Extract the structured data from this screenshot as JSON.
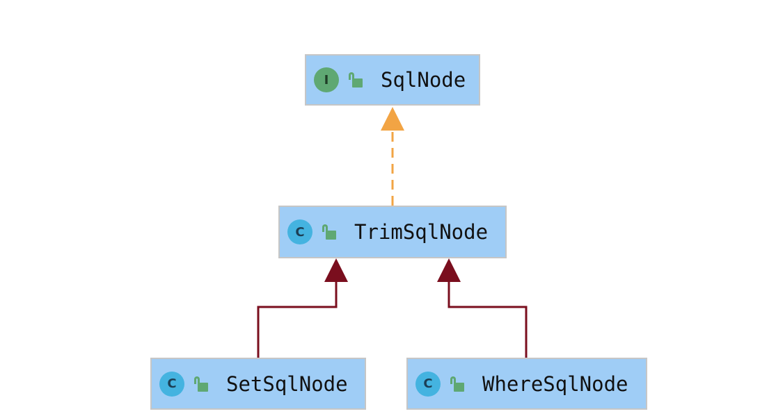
{
  "nodes": {
    "sql_node": {
      "label": "SqlNode",
      "kind": "I"
    },
    "trim_sql_node": {
      "label": "TrimSqlNode",
      "kind": "C"
    },
    "set_sql_node": {
      "label": "SetSqlNode",
      "kind": "C"
    },
    "where_sql_node": {
      "label": "WhereSqlNode",
      "kind": "C"
    }
  },
  "edges": [
    {
      "from": "TrimSqlNode",
      "to": "SqlNode",
      "type": "implements",
      "style": "dashed",
      "color": "#f2a444"
    },
    {
      "from": "SetSqlNode",
      "to": "TrimSqlNode",
      "type": "extends",
      "style": "solid",
      "color": "#7a0e1e"
    },
    {
      "from": "WhereSqlNode",
      "to": "TrimSqlNode",
      "type": "extends",
      "style": "solid",
      "color": "#7a0e1e"
    }
  ],
  "colors": {
    "node_fill": "#9fcdf6",
    "node_border": "#c6c6c6",
    "interface_icon": "#5fa873",
    "class_icon": "#44b3e0",
    "implements_arrow": "#f2a444",
    "extends_arrow": "#7a0e1e"
  }
}
